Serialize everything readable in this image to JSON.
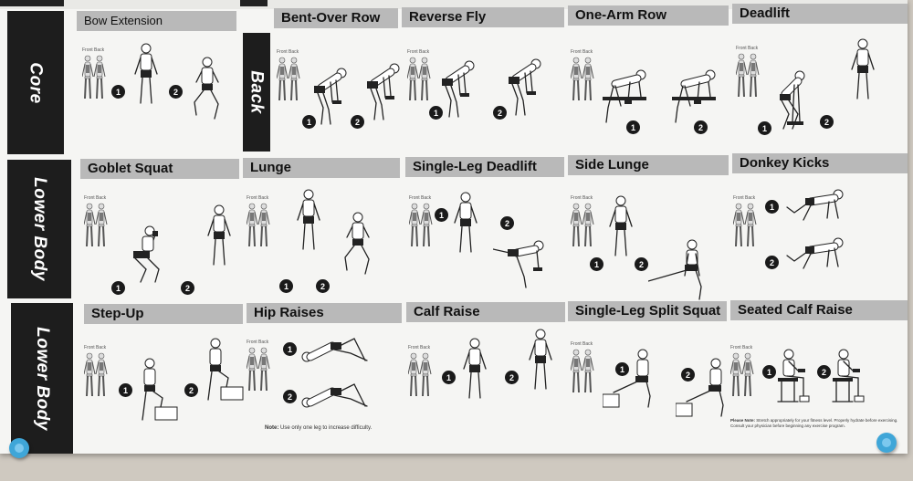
{
  "sections": [
    {
      "label": "Core"
    },
    {
      "label": "Back"
    },
    {
      "label": "Lower Body"
    },
    {
      "label": "Lower Body"
    }
  ],
  "exercises": {
    "bow_extension": "Bow Extension",
    "bent_over_row": "Bent-Over Row",
    "reverse_fly": "Reverse Fly",
    "one_arm_row": "One-Arm Row",
    "deadlift": "Deadlift",
    "goblet_squat": "Goblet Squat",
    "lunge": "Lunge",
    "single_leg_deadlift": "Single-Leg Deadlift",
    "side_lunge": "Side Lunge",
    "donkey_kicks": "Donkey Kicks",
    "step_up": "Step-Up",
    "hip_raises": "Hip Raises",
    "calf_raise": "Calf Raise",
    "single_leg_split_squat": "Single-Leg Split Squat",
    "seated_calf_raise": "Seated Calf Raise"
  },
  "anatomy_label": "Front Back",
  "step_numbers": [
    "1",
    "2"
  ],
  "notes": {
    "hip_raises_note_bold": "Note:",
    "hip_raises_note": " Use only one leg to increase difficulty.",
    "disclaimer_bold": "Please Note:",
    "disclaimer": " Stretch appropriately for your fitness level. Properly hydrate before exercising. Consult your physician before beginning any exercise program."
  },
  "colors": {
    "poster": "#f5f5f3",
    "header_bar": "#b9b9b9",
    "side_bar": "#1d1d1d",
    "pin": "#3fa6d8"
  }
}
